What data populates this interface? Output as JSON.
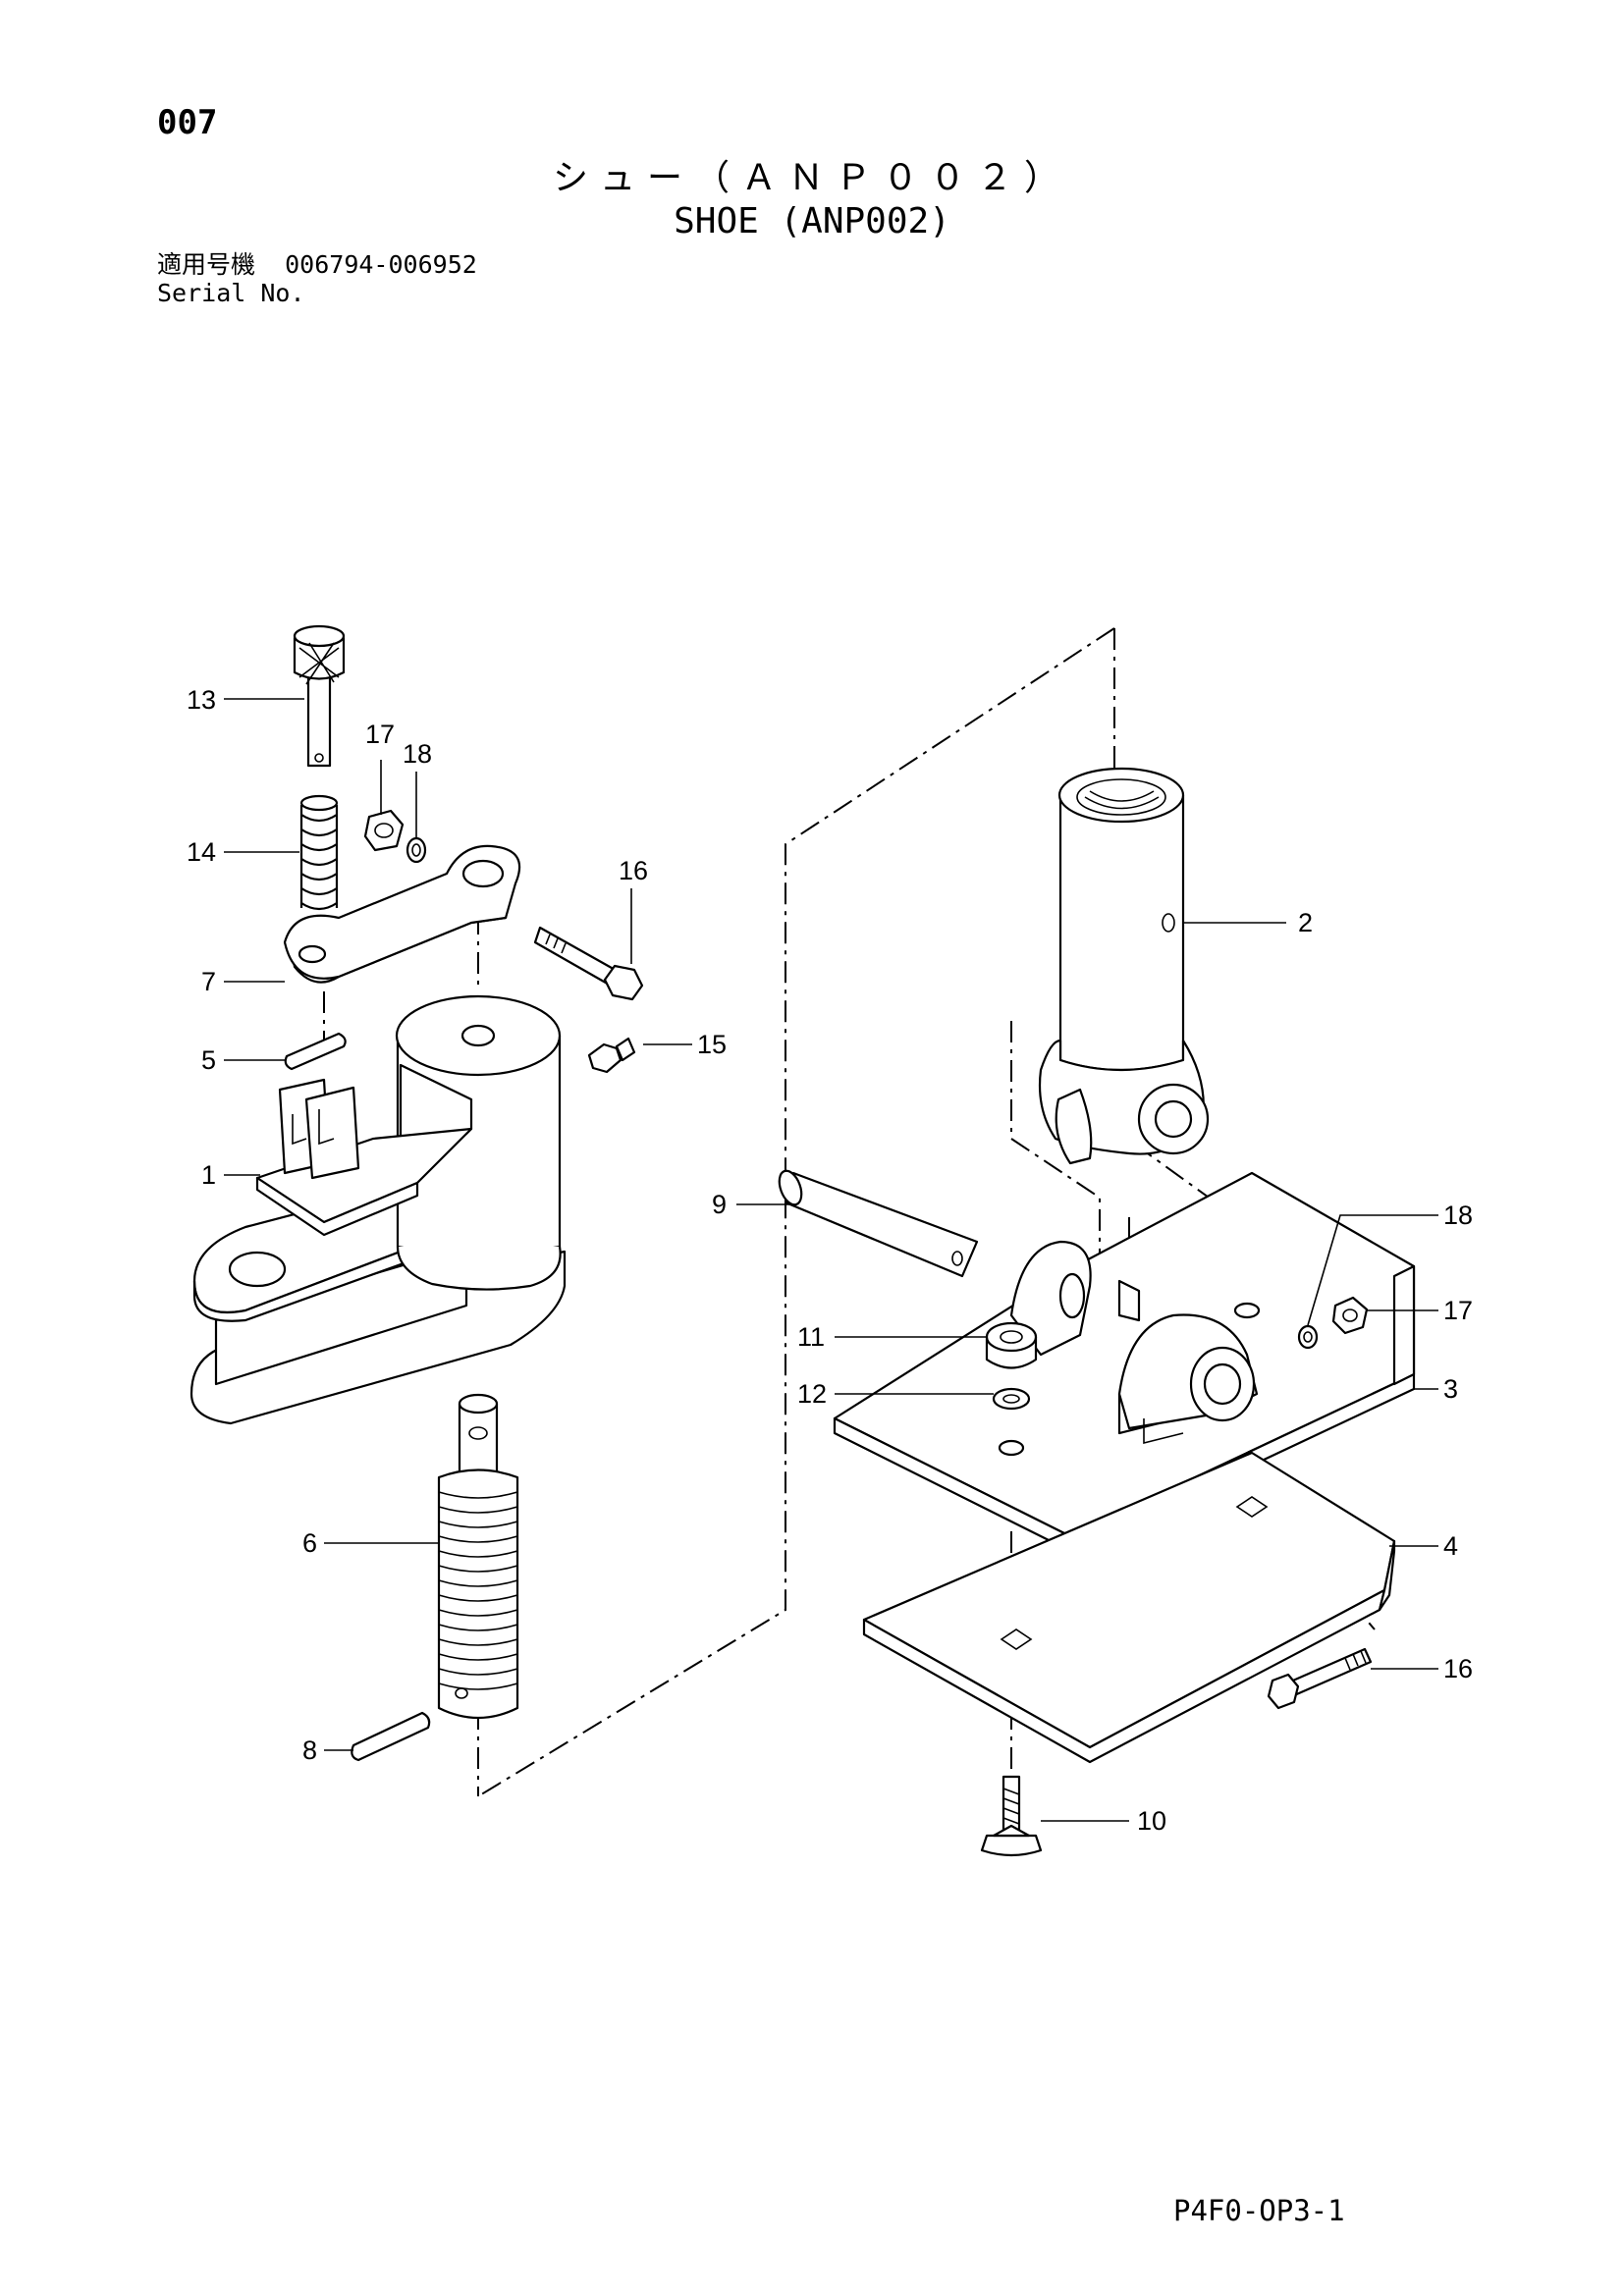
{
  "page": {
    "number": "007",
    "title_jp": "シュー（ＡＮＰ００２）",
    "title_en": "SHOE (ANP002)",
    "serial_label_jp": "適用号機",
    "serial_range": "006794-006952",
    "serial_label_en": "Serial No.",
    "drawing_ref": "P4F0-OP3-1"
  },
  "callouts": [
    "1",
    "2",
    "3",
    "4",
    "5",
    "6",
    "7",
    "8",
    "9",
    "10",
    "11",
    "12",
    "13",
    "14",
    "15",
    "16",
    "16",
    "17",
    "17",
    "18",
    "18"
  ]
}
